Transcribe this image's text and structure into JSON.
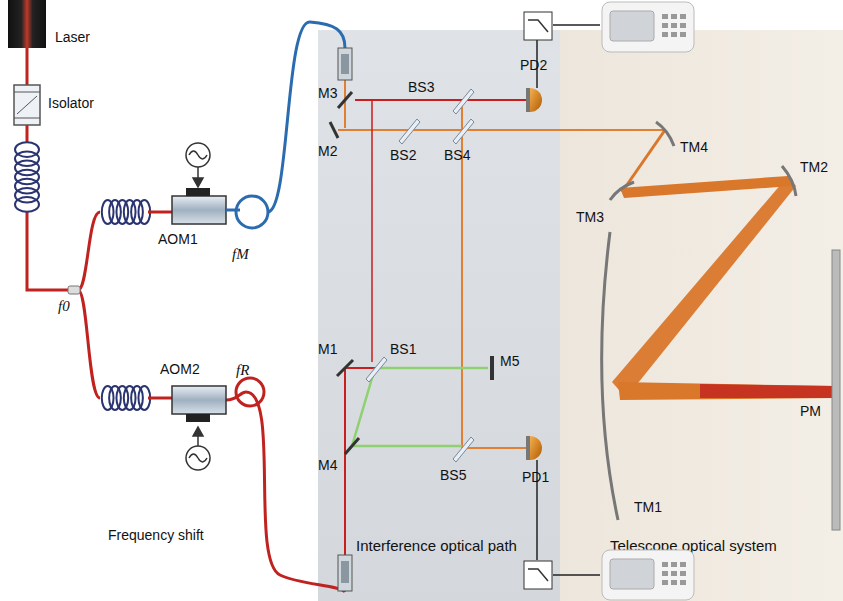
{
  "diagram": {
    "nodes": [
      {
        "text": [
          "Interference optical path"
        ]
      },
      {
        "text": [
          "Telescope optical system"
        ]
      }
    ],
    "labels": [
      "Laser",
      "Isolator",
      "AOM1",
      "fM",
      "f0",
      "AOM2",
      "fR",
      "Frequency shift",
      "M3",
      "BS3",
      "PD2",
      "M2",
      "BS2",
      "BS4",
      "TM4",
      "TM3",
      "TM2",
      "M1",
      "BS1",
      "M5",
      "PM",
      "M4",
      "BS5",
      "PD1",
      "TM1"
    ]
  }
}
